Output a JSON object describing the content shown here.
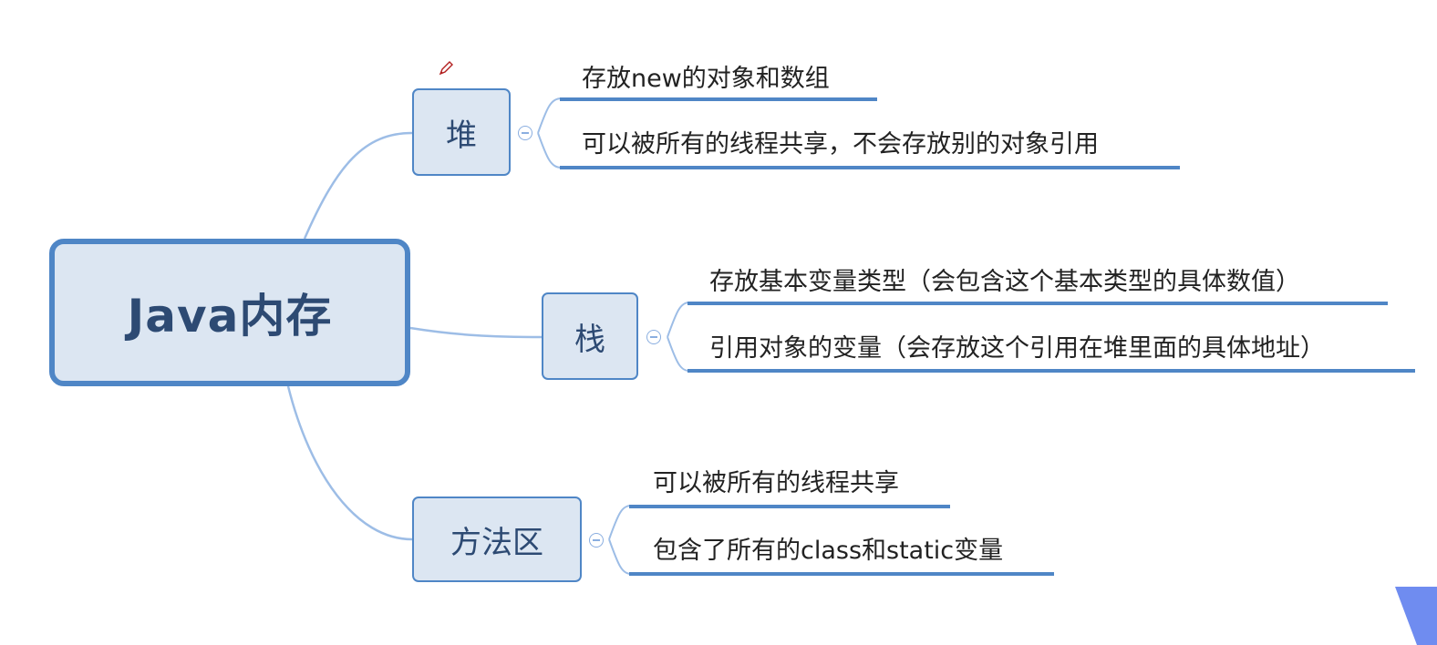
{
  "central": {
    "label": "Java内存"
  },
  "branches": [
    {
      "label": "堆",
      "leaves": [
        "存放new的对象和数组",
        "可以被所有的线程共享，不会存放别的对象引用"
      ]
    },
    {
      "label": "栈",
      "leaves": [
        "存放基本变量类型（会包含这个基本类型的具体数值）",
        "引用对象的变量（会存放这个引用在堆里面的具体地址）"
      ]
    },
    {
      "label": "方法区",
      "leaves": [
        "可以被所有的线程共享",
        "包含了所有的class和static变量"
      ]
    }
  ],
  "colors": {
    "node_fill": "#dce6f2",
    "node_border": "#4f86c6",
    "connector": "#9dbde6",
    "leaf_underline": "#4f86c6",
    "node_text": "#2d4a73",
    "corner_accent": "#6f8cf0"
  },
  "icons": {
    "cursor": "pen-icon",
    "toggle": "collapse-toggle-icon"
  }
}
